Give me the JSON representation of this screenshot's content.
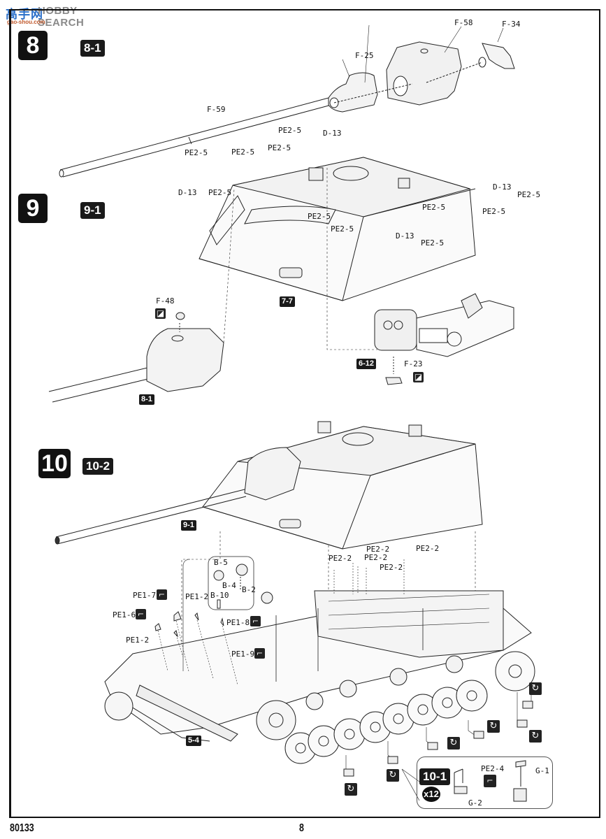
{
  "watermark": {
    "cn": "高手网",
    "en": "HOBBY SEARCH",
    "sub": "gao-shou.com"
  },
  "footer": {
    "product_code": "80133",
    "page_number": "8"
  },
  "icons": {
    "glue": "glue-icon",
    "bend": "bend-icon",
    "rotate": "rotate-movable-icon"
  },
  "steps": [
    {
      "number": "8",
      "reference": "8-1",
      "parts": [
        {
          "label": "F-58"
        },
        {
          "label": "F-34"
        },
        {
          "label": "F-25"
        },
        {
          "label": "F-59"
        }
      ]
    },
    {
      "number": "9",
      "reference": "9-1",
      "parts": [
        {
          "label": "PE2-5"
        },
        {
          "label": "D-13"
        },
        {
          "label": "PE2-5"
        },
        {
          "label": "PE2-5"
        },
        {
          "label": "PE2-5"
        },
        {
          "label": "D-13"
        },
        {
          "label": "PE2-5"
        },
        {
          "label": "PE2-5"
        },
        {
          "label": "PE2-5"
        },
        {
          "label": "D-13"
        },
        {
          "label": "PE2-5"
        },
        {
          "label": "PE2-5"
        },
        {
          "label": "PE2-5"
        },
        {
          "label": "D-13"
        },
        {
          "label": "PE2-5"
        },
        {
          "label": "F-48"
        },
        {
          "label": "F-23"
        }
      ],
      "sub_refs": [
        "7-7",
        "8-1",
        "6-12"
      ]
    },
    {
      "number": "10",
      "reference": "10-2",
      "parts": [
        {
          "label": "B-5"
        },
        {
          "label": "B-4"
        },
        {
          "label": "B-10"
        },
        {
          "label": "B-2"
        },
        {
          "label": "PE1-7"
        },
        {
          "label": "PE1-6"
        },
        {
          "label": "PE1-2"
        },
        {
          "label": "PE1-2"
        },
        {
          "label": "PE1-8"
        },
        {
          "label": "PE1-9"
        },
        {
          "label": "PE2-2"
        },
        {
          "label": "PE2-2"
        },
        {
          "label": "PE2-2"
        },
        {
          "label": "PE2-2"
        },
        {
          "label": "PE2-2"
        }
      ],
      "sub_refs": [
        "9-1",
        "5-4"
      ],
      "sub_assembly": {
        "reference": "10-1",
        "quantity": "x12",
        "parts": [
          {
            "label": "PE2-4"
          },
          {
            "label": "G-2"
          },
          {
            "label": "G-1"
          }
        ]
      }
    }
  ]
}
